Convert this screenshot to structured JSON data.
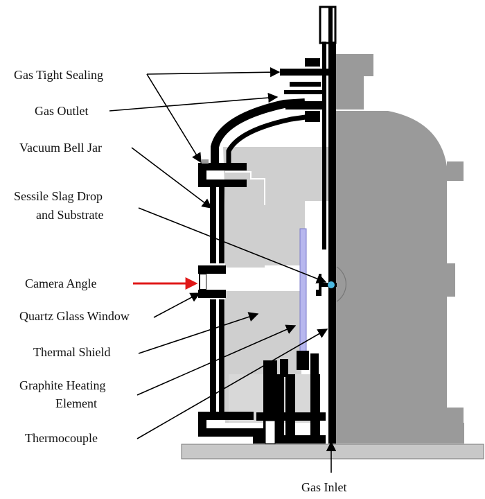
{
  "labels": {
    "gas_tight_sealing": "Gas Tight Sealing",
    "gas_outlet": "Gas Outlet",
    "vacuum_bell_jar": "Vacuum Bell Jar",
    "sessile_slag_drop_line1": "Sessile Slag Drop",
    "sessile_slag_drop_line2": "and Substrate",
    "camera_angle": "Camera Angle",
    "quartz_glass_window": "Quartz Glass Window",
    "thermal_shield": "Thermal Shield",
    "graphite_heating_element_line1": "Graphite Heating",
    "graphite_heating_element_line2": "Element",
    "thermocouple": "Thermocouple",
    "gas_inlet": "Gas Inlet"
  },
  "colors": {
    "background": "#ffffff",
    "outline": "#000000",
    "exterior_gray": "#9a9a9a",
    "shield_gray": "#cfcfcf",
    "base_gray": "#c8c8c8",
    "heating_element": "#b7b7ee",
    "camera_arrow": "#e01818",
    "sample": "#4ab8e0"
  }
}
